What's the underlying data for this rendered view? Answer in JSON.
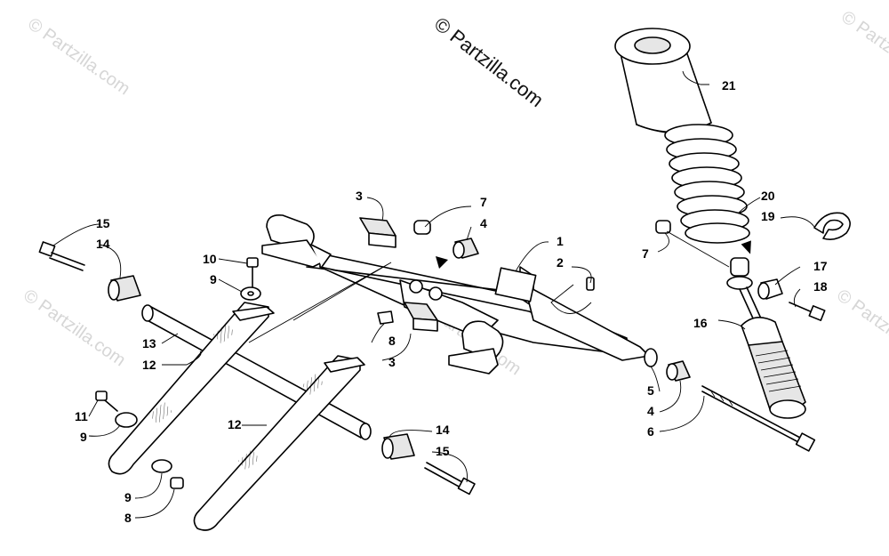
{
  "copyright": "© Partzilla.com",
  "watermark": "© Partzilla.com",
  "callouts": {
    "c1": "1",
    "c2": "2",
    "c3a": "3",
    "c3b": "3",
    "c4a": "4",
    "c4b": "4",
    "c5": "5",
    "c6": "6",
    "c7a": "7",
    "c7b": "7",
    "c8a": "8",
    "c8b": "8",
    "c9a": "9",
    "c9b": "9",
    "c9c": "9",
    "c10": "10",
    "c11": "11",
    "c12a": "12",
    "c12b": "12",
    "c13": "13",
    "c14a": "14",
    "c14b": "14",
    "c15a": "15",
    "c15b": "15",
    "c16": "16",
    "c17": "17",
    "c18": "18",
    "c19": "19",
    "c20": "20",
    "c21": "21"
  }
}
